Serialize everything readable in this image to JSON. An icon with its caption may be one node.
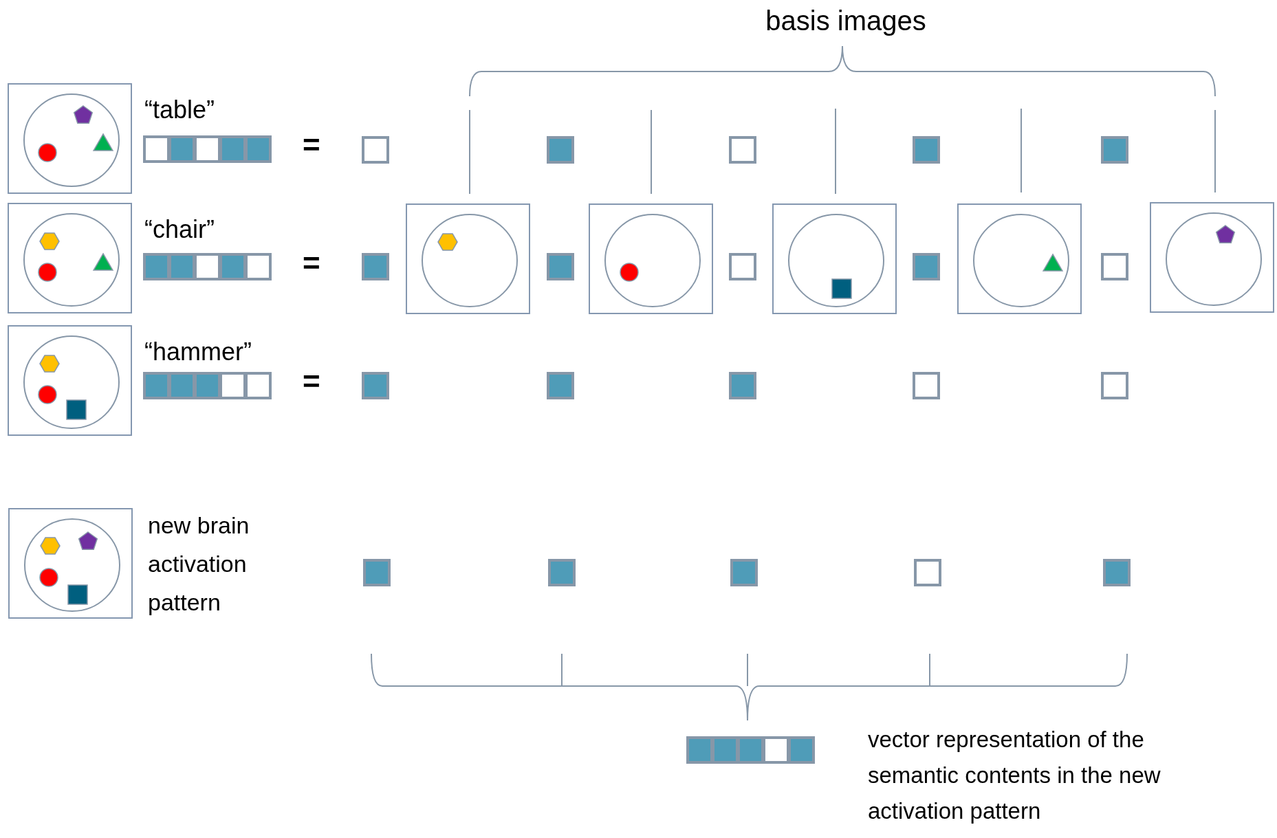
{
  "diagram": {
    "nodes": [
      {
        "text": [],
        "shape": "picture"
      },
      {
        "text": [],
        "shape": "picture"
      },
      {
        "text": [],
        "shape": "picture"
      },
      {
        "text": [],
        "shape": "picture"
      },
      {
        "text": [],
        "shape": "picture"
      },
      {
        "text": [],
        "shape": "picture"
      },
      {
        "text": [],
        "shape": "picture"
      },
      {
        "text": [],
        "shape": "picture"
      },
      {
        "text": [],
        "shape": "picture"
      }
    ],
    "labels": [
      "basis images",
      "“table”",
      "=",
      "“chair”",
      "=",
      "“hammer”",
      "=",
      "new brain activation pattern",
      "vector representation of the semantic contents in the new activation pattern"
    ]
  }
}
